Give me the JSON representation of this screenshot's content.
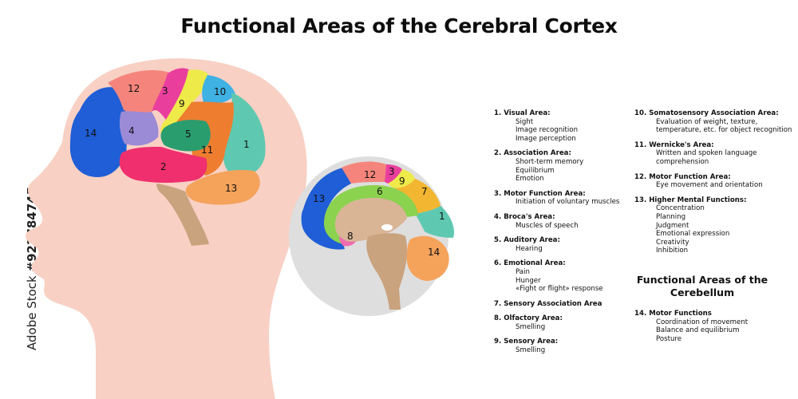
{
  "title": "Functional Areas of the Cerebral Cortex",
  "side_credit": {
    "brand": "Adobe Stock",
    "id": "#922784745"
  },
  "lateral_labels": [
    "1",
    "2",
    "3",
    "4",
    "5",
    "9",
    "10",
    "11",
    "12",
    "13",
    "14"
  ],
  "sagittal_labels": [
    "1",
    "3",
    "6",
    "7",
    "8",
    "9",
    "12",
    "13",
    "14"
  ],
  "legend_left": [
    {
      "head": "1. Visual Area:",
      "lines": [
        "Sight",
        "Image recognition",
        "Image perception"
      ]
    },
    {
      "head": "2. Association Area:",
      "lines": [
        "Short-term memory",
        "Equilibrium",
        "Emotion"
      ]
    },
    {
      "head": "3. Motor Function Area:",
      "lines": [
        "Initiation of voluntary muscles"
      ]
    },
    {
      "head": "4. Broca's Area:",
      "lines": [
        "Muscles of speech"
      ]
    },
    {
      "head": "5. Auditory Area:",
      "lines": [
        "Hearing"
      ]
    },
    {
      "head": "6. Emotional Area:",
      "lines": [
        "Pain",
        "Hunger",
        "«Fight or flight» response"
      ]
    },
    {
      "head": "7. Sensory Association Area",
      "lines": []
    },
    {
      "head": "8. Olfactory Area:",
      "lines": [
        "Smelling"
      ]
    },
    {
      "head": "9. Sensory Area:",
      "lines": [
        "Smelling"
      ]
    }
  ],
  "legend_right": [
    {
      "head": "10. Somatosensory Association Area:",
      "lines": [
        "Evaluation of weight, texture,",
        "temperature, etc. for object recognition"
      ]
    },
    {
      "head": "11. Wernicke's Area:",
      "lines": [
        "Written and spoken language",
        "comprehension"
      ]
    },
    {
      "head": "12. Motor Function Area:",
      "lines": [
        "Eye movement and orientation"
      ]
    },
    {
      "head": "13. Higher Mental Functions:",
      "lines": [
        "Concentration",
        "Planning",
        "Judgment",
        "Emotional expression",
        "Creativity",
        "Inhibition"
      ]
    }
  ],
  "cerebellum_title": "Functional Areas of the Cerebellum",
  "legend_cerebellum": [
    {
      "head": "14. Motor Functions",
      "lines": [
        "Coordination of movement",
        "Balance and equilibrium",
        "Posture"
      ]
    }
  ],
  "colors": {
    "skin": "#f8d0c4",
    "visual": "#5ec9b0",
    "association": "#ef2f6e",
    "motor": "#ea3e9d",
    "broca": "#9b8ad6",
    "auditory": "#2a9d6f",
    "emotional": "#8bd24f",
    "sensory_assoc": "#f2b630",
    "olfactory": "#f06ab0",
    "sensory": "#eeea4a",
    "somatosensory": "#3fb1e3",
    "wernicke": "#ee7d30",
    "eye_motor": "#f5857c",
    "higher_mental": "#1f5ed6",
    "cerebellum": "#f5a25b",
    "circle_bg": "#dedede",
    "brainstem": "#c9a27e"
  }
}
